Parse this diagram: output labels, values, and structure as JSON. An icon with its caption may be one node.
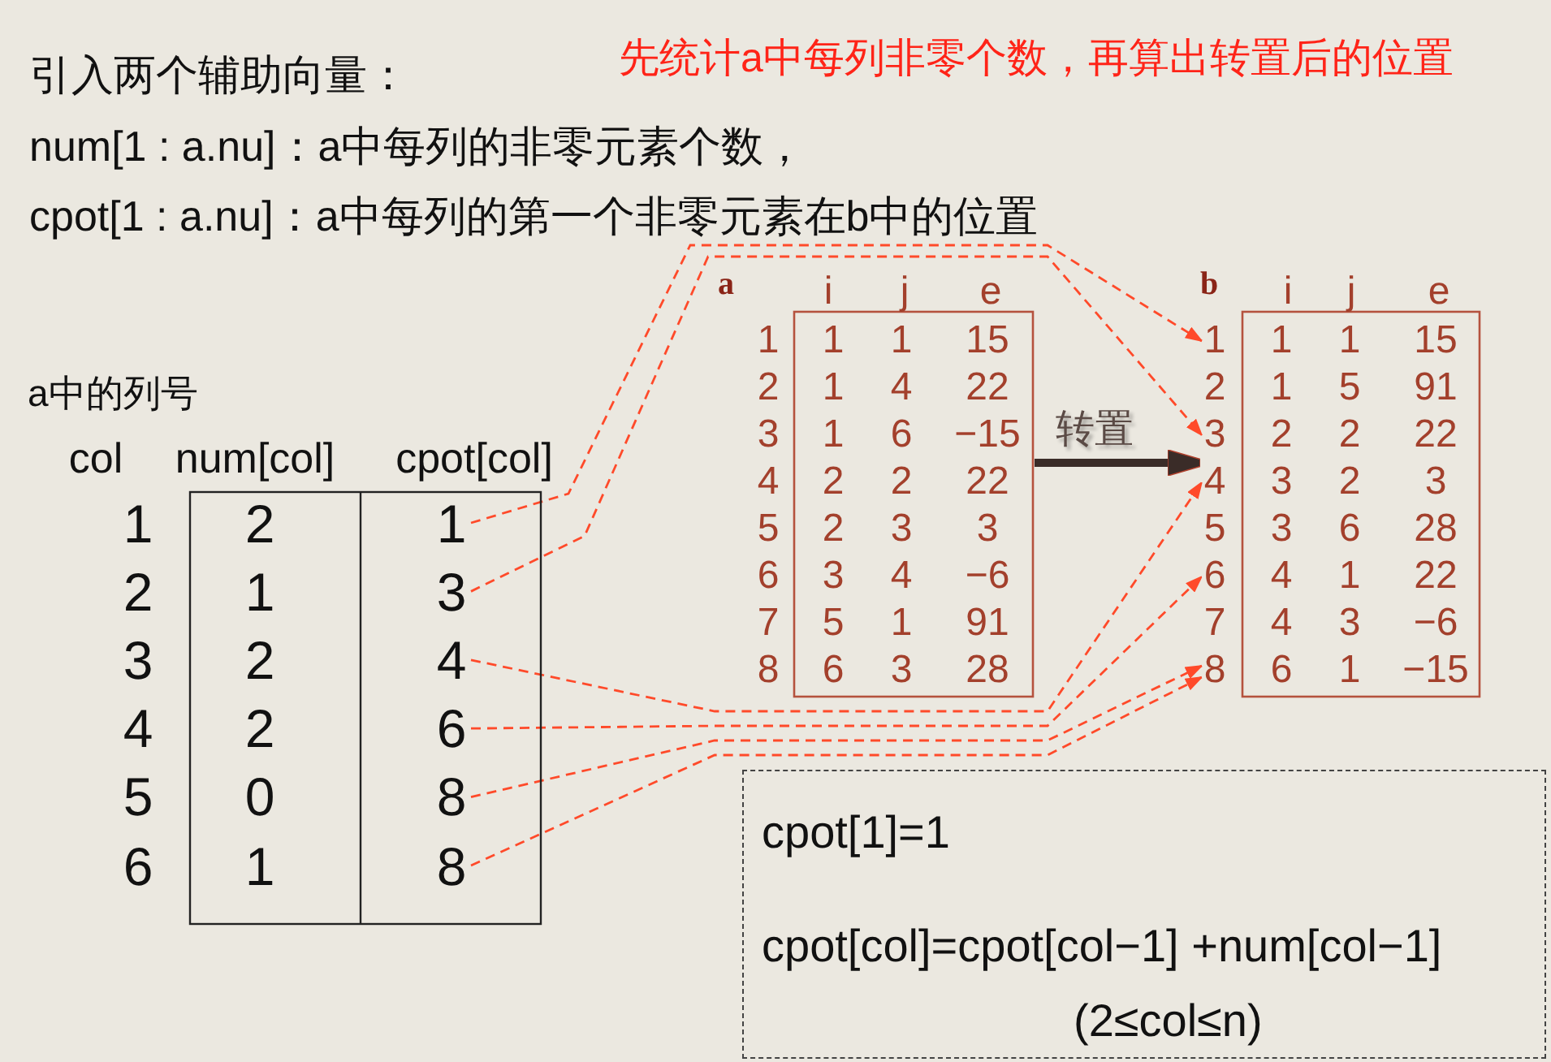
{
  "diagram": {
    "nodes": [
      {
        "text": [
          "a",
          "i",
          "j",
          "e",
          "1",
          "1",
          "1",
          "15",
          "2",
          "1",
          "4",
          "22",
          "3",
          "1",
          "6",
          "−15",
          "4",
          "2",
          "2",
          "22",
          "5",
          "2",
          "3",
          "3",
          "6",
          "3",
          "4",
          "−6",
          "7",
          "5",
          "1",
          "91",
          "8",
          "6",
          "3",
          "28"
        ]
      },
      {
        "text": [
          "b",
          "i",
          "j",
          "e",
          "1",
          "1",
          "15",
          "1",
          "5",
          "91",
          "2",
          "2",
          "22",
          "3",
          "2",
          "3",
          "3",
          "6",
          "28",
          "4",
          "1",
          "22",
          "4",
          "3",
          "−6",
          "6",
          "1",
          "−15"
        ]
      },
      {
        "text": [
          "1"
        ]
      },
      {
        "text": [
          "2"
        ]
      },
      {
        "text": [
          "3"
        ]
      },
      {
        "text": [
          "4"
        ]
      },
      {
        "text": [
          "5"
        ]
      },
      {
        "text": [
          "6"
        ]
      },
      {
        "text": [
          "7"
        ]
      },
      {
        "text": [
          "8"
        ]
      },
      {
        "text": [
          "col",
          "num[col]",
          "cpot[col]",
          "1",
          "2",
          "2",
          "1",
          "3",
          "2",
          "4",
          "2",
          "5",
          "0",
          "6",
          "1"
        ]
      },
      {
        "text": [
          "1"
        ],
        "in": 10
      },
      {
        "text": [
          "3"
        ],
        "in": 10
      },
      {
        "text": [
          "4"
        ],
        "in": 10
      },
      {
        "text": [
          "6"
        ],
        "in": 10
      },
      {
        "text": [
          "8"
        ],
        "in": 10
      },
      {
        "text": [
          "8"
        ],
        "in": 10
      },
      {
        "text": [
          "cpot[1]=1",
          "cpot[col]=cpot[col−1] +num[col−1]",
          "(2≤col≤n)"
        ]
      }
    ],
    "edges": [
      {
        "from": 0,
        "to": 1,
        "arrow": "to",
        "label": "转置",
        "style": "thick",
        "color": "#3a2c28"
      },
      {
        "from": 11,
        "to": 2,
        "arrow": "to",
        "style": "dashed"
      },
      {
        "from": 12,
        "to": 4,
        "arrow": "to",
        "style": "dashed"
      },
      {
        "from": 13,
        "to": 5,
        "arrow": "to",
        "style": "dashed"
      },
      {
        "from": 14,
        "to": 7,
        "arrow": "to",
        "style": "dashed"
      },
      {
        "from": 15,
        "to": 9,
        "arrow": "to",
        "style": "dashed"
      },
      {
        "from": 16,
        "to": 9,
        "arrow": "to",
        "style": "dashed"
      }
    ],
    "labels": [
      "先统计a中每列非零个数，再算出转置后的位置",
      "引入两个辅助向量：",
      "num[1 : a.nu]：a中每列的非零元素个数，",
      "cpot[1 : a.nu]：a中每列的第一个非零元素在b中的位置",
      "a中的列号"
    ]
  }
}
